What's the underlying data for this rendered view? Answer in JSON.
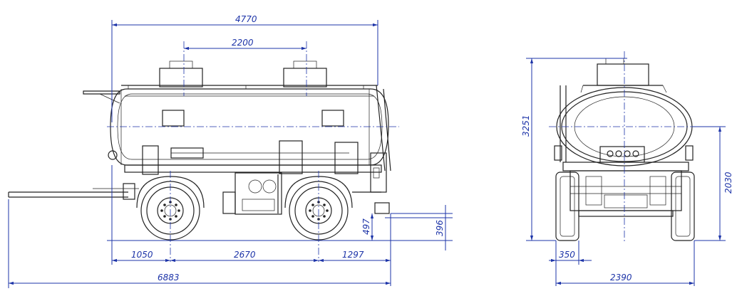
{
  "drawing": {
    "side_view": {
      "dimensions": {
        "tank_length": "4770",
        "hatch_spacing": "2200",
        "front_overhang": "1050",
        "axle_base": "2670",
        "rear_overhang": "1297",
        "overall_length": "6883",
        "rear_height_1": "497",
        "rear_height_2": "396"
      }
    },
    "rear_view": {
      "dimensions": {
        "overall_height": "3251",
        "frame_height": "2030",
        "tire_width": "350",
        "overall_width": "2390"
      }
    }
  },
  "colors": {
    "dimension_lines": "#1d34a8",
    "drawing_lines": "#222222",
    "background": "#ffffff"
  }
}
